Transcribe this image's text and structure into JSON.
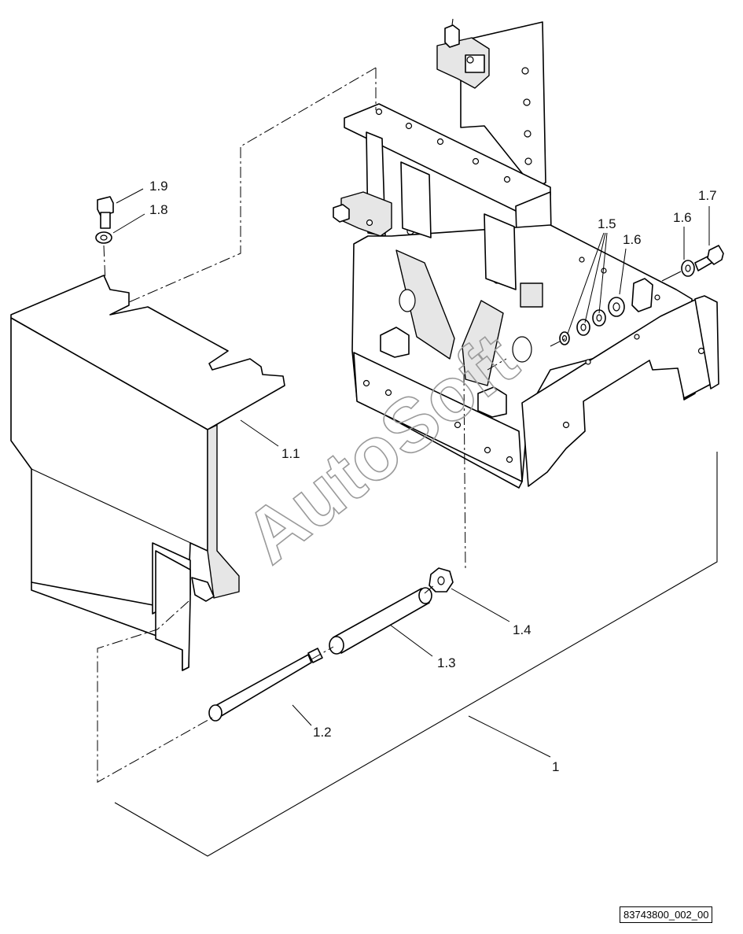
{
  "callouts": {
    "c1": "1",
    "c1_1": "1.1",
    "c1_2": "1.2",
    "c1_3": "1.3",
    "c1_4": "1.4",
    "c1_5": "1.5",
    "c1_6a": "1.6",
    "c1_6b": "1.6",
    "c1_7": "1.7",
    "c1_8": "1.8",
    "c1_9": "1.9"
  },
  "watermark": "AutoSoft",
  "drawing_id": "83743800_002_00"
}
